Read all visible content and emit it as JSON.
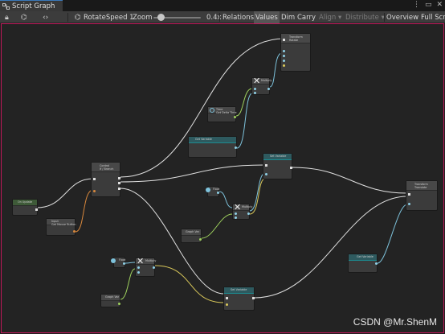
{
  "window": {
    "tab_title": "Script Graph",
    "tab_icon": "graph-icon",
    "menu_icon": "kebab-menu-icon",
    "maximize_icon": "maximize-icon",
    "close_icon": "close-icon"
  },
  "toolbar": {
    "lock_icon": "lock-icon",
    "graph_name": "RotateSpeed 1",
    "zoom_label": "Zoom",
    "zoom_value": "0.4x",
    "zoom_level": 0.4,
    "buttons": {
      "relations": "Relations",
      "values": "Values",
      "dim": "Dim",
      "carry": "Carry",
      "align": "Align",
      "distribute": "Distribute",
      "overview": "Overview",
      "full_screen": "Full Scr"
    }
  },
  "colors": {
    "canvas_border": "#c2185b",
    "canvas_bg": "#232323",
    "node_bg": "#3b3b3b",
    "teal_header": "#2e5a5f",
    "wire_white": "#e8e8e8",
    "wire_green": "#9fd25e",
    "wire_blue": "#7ec3dc",
    "wire_orange": "#d7873c"
  },
  "nodes": {
    "on_update": "On Update",
    "get_input_key": "Input\nGet Mouse Button",
    "branch": "Control\nIf / Branch",
    "transform_rotate": "Transform\nRotate",
    "multiply_top": "Multiply",
    "delta_time": "Time\nGet Delta Time",
    "get_variable_1": "Get Variable",
    "set_variable_mid": "Set Variable",
    "float_mid": "Float",
    "multiply_mid": "Multiply",
    "graph_var_mid": "Graph Var",
    "transform_translate": "Transform\nTranslate",
    "get_variable_right": "Get Variable",
    "float_low": "Float",
    "multiply_low": "Multiply",
    "graph_var_low": "Graph Var",
    "set_variable_low": "Set Variable"
  },
  "watermark": "CSDN @Mr.ShenM"
}
